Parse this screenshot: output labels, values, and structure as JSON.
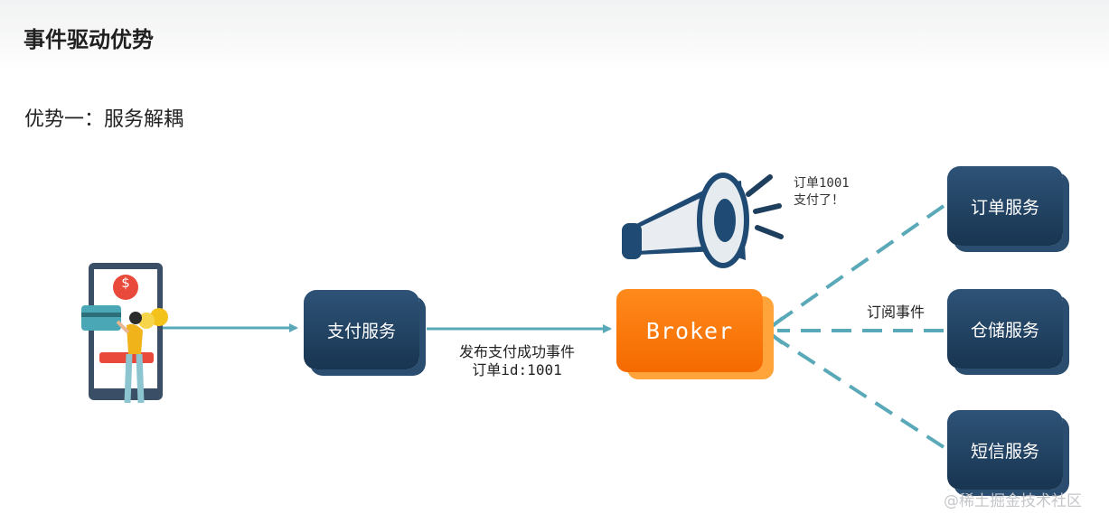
{
  "header": {
    "title": "事件驱动优势"
  },
  "subtitle": "优势一：服务解耦",
  "services": {
    "pay": "支付服务",
    "order": "订单服务",
    "storage": "仓储服务",
    "sms": "短信服务"
  },
  "broker": {
    "label": "Broker"
  },
  "edges": {
    "publish_line1": "发布支付成功事件",
    "publish_line2": "订单id:1001",
    "subscribe": "订阅事件"
  },
  "announcement": {
    "line1": "订单1001",
    "line2": "支付了！"
  },
  "phone": {
    "coin_symbol": "$"
  },
  "watermark": "@稀土掘金技术社区",
  "colors": {
    "service_box": "#1f3f5f",
    "broker": "#ff7a00",
    "arrow": "#5aa9b8"
  }
}
